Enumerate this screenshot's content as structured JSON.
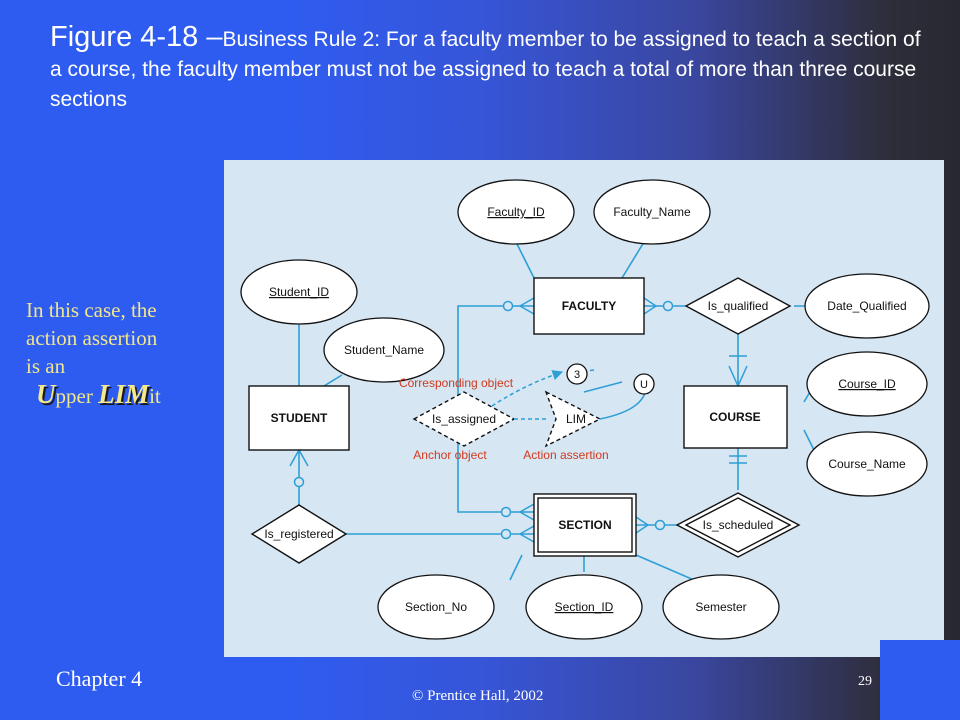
{
  "title": {
    "figure": "Figure 4-18 –",
    "caption": "Business Rule 2: For a faculty member to be assigned to teach a section of a course, the faculty member must not be assigned to teach a total of more than three course sections"
  },
  "side_note": {
    "line1": "In this case, the",
    "line2": "action assertion",
    "line3": "is an",
    "u": "U",
    "pper": "pper ",
    "lim": "LIM",
    "it": "it"
  },
  "diagram": {
    "entities": {
      "faculty": "FACULTY",
      "student": "STUDENT",
      "course": "COURSE",
      "section": "SECTION"
    },
    "relationships": {
      "is_qualified": "Is_qualified",
      "is_registered": "Is_registered",
      "is_scheduled": "Is_scheduled",
      "is_assigned": "Is_assigned"
    },
    "attributes": {
      "faculty_id": "Faculty_ID",
      "faculty_name": "Faculty_Name",
      "student_id": "Student_ID",
      "student_name": "Student_Name",
      "date_qualified": "Date_Qualified",
      "course_id": "Course_ID",
      "course_name": "Course_Name",
      "section_no": "Section_No",
      "section_id": "Section_ID",
      "semester": "Semester"
    },
    "constraint": {
      "lim": "LIM",
      "u": "U",
      "value": "3"
    },
    "annotations": {
      "corresponding_object": "Corresponding object",
      "anchor_object": "Anchor object",
      "action_assertion": "Action assertion"
    },
    "colors": {
      "line": "#2e9fd6",
      "annotation": "#d23a1e",
      "panel": "#d6e6f3"
    }
  },
  "footer": {
    "chapter": "Chapter 4",
    "page": "29",
    "copyright": "© Prentice Hall, 2002"
  }
}
